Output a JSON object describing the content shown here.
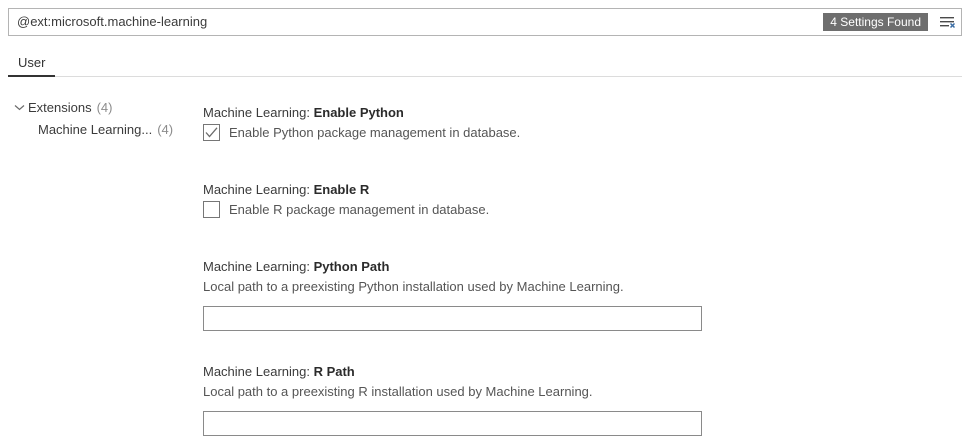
{
  "search": {
    "value": "@ext:microsoft.machine-learning",
    "placeholder": "Search settings",
    "results_badge": "4 Settings Found",
    "clear_filter_icon": "clear-settings-search-icon"
  },
  "tabs": [
    {
      "label": "User",
      "active": true
    }
  ],
  "toc": {
    "items": [
      {
        "label": "Extensions",
        "count": "(4)",
        "chevron": "chevron-down-icon",
        "level": 0
      },
      {
        "label": "Machine Learning...",
        "count": "(4)",
        "level": 1
      }
    ]
  },
  "settings": [
    {
      "category": "Machine Learning: ",
      "name": "Enable Python",
      "type": "checkbox",
      "checked": true,
      "checkbox_label": "Enable Python package management in database."
    },
    {
      "category": "Machine Learning: ",
      "name": "Enable R",
      "type": "checkbox",
      "checked": false,
      "checkbox_label": "Enable R package management in database."
    },
    {
      "category": "Machine Learning: ",
      "name": "Python Path",
      "type": "text",
      "description": "Local path to a preexisting Python installation used by Machine Learning.",
      "value": "",
      "placeholder": ""
    },
    {
      "category": "Machine Learning: ",
      "name": "R Path",
      "type": "text",
      "description": "Local path to a preexisting R installation used by Machine Learning.",
      "value": "",
      "placeholder": ""
    }
  ],
  "colors": {
    "badge_bg": "#6e6e6e",
    "badge_text": "#ffffff",
    "tab_indicator": "#333333",
    "border": "#b4b4b4",
    "text": "#3b3b3b",
    "muted_text": "#8c8c8c"
  }
}
